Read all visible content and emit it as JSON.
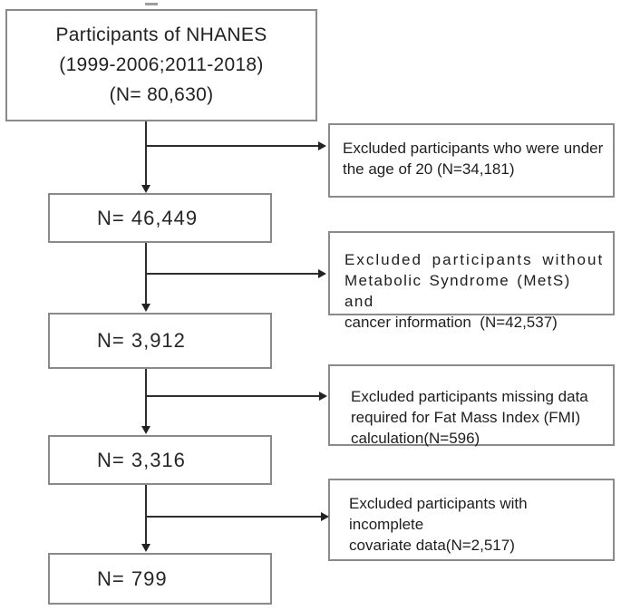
{
  "style": {
    "background": "#ffffff",
    "box_border_color": "#8a8a8a",
    "arrow_color": "#2e2e2e",
    "text_color": "#212121"
  },
  "flow": {
    "top_box": {
      "lines": [
        "Participants of NHANES",
        "(1999-2006;2011-2018)",
        "(N= 80,630)"
      ]
    },
    "stages": [
      {
        "label": "N= 46,449"
      },
      {
        "label": "N= 3,912"
      },
      {
        "label": "N= 3,316"
      },
      {
        "label": "N= 799"
      }
    ],
    "exclusions": [
      {
        "lines": [
          "Excluded participants who were under",
          "the age of 20 (N=34,181)"
        ]
      },
      {
        "lines": [
          "Excluded participants without",
          "Metabolic Syndrome (MetS) and",
          "cancer information  (N=42,537)"
        ]
      },
      {
        "lines": [
          "Excluded participants missing data",
          "required for Fat Mass Index (FMI)",
          "calculation(N=596)"
        ]
      },
      {
        "lines": [
          "Excluded participants with incomplete",
          "covariate data(N=2,517)"
        ]
      }
    ]
  }
}
